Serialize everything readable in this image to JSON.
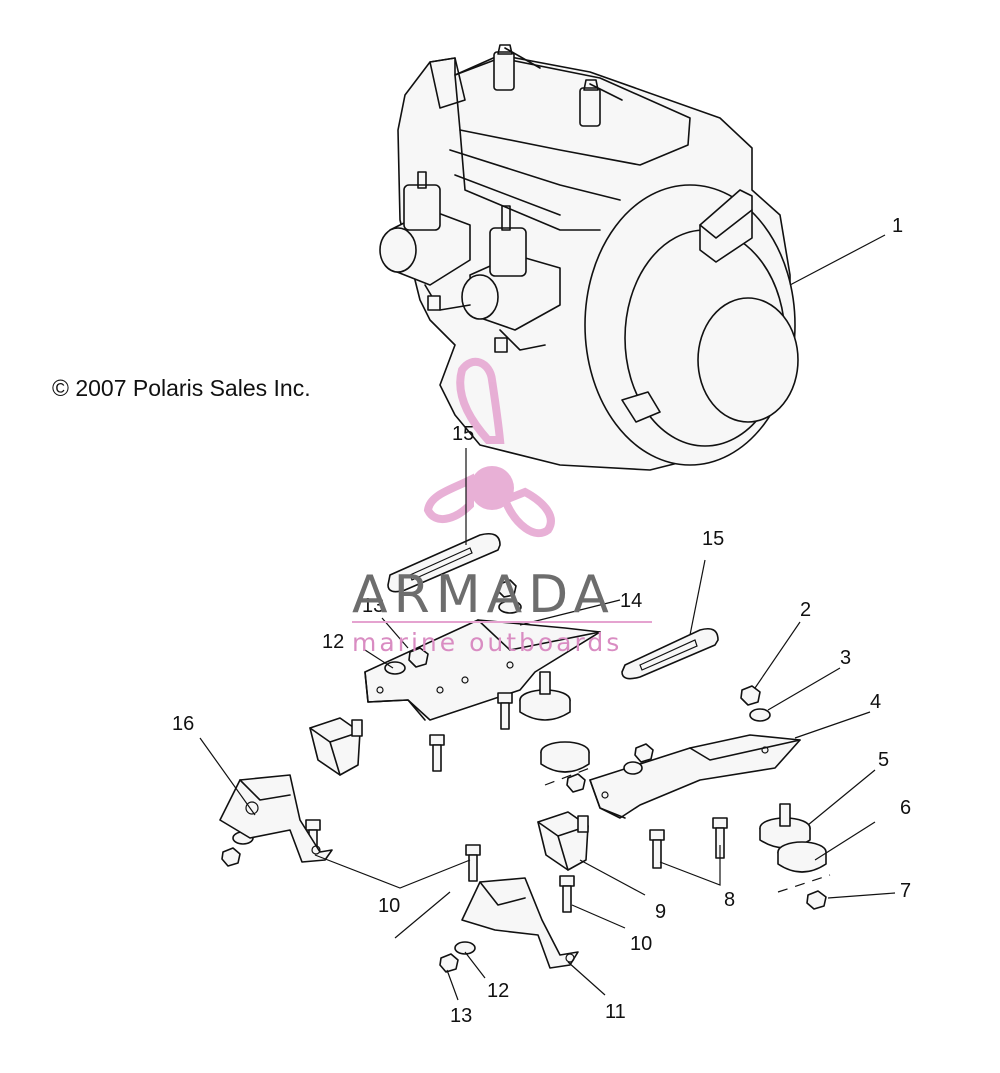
{
  "copyright": "© 2007 Polaris Sales Inc.",
  "watermark": {
    "title": "ARMADA",
    "subtitle": "marine outboards",
    "logo_icon": "propeller-icon",
    "colors": {
      "pink": "#e5a3d0",
      "pink_dark": "#d98cc2",
      "grey": "#6d6d6d"
    }
  },
  "callouts": [
    {
      "id": "c1",
      "label": "1"
    },
    {
      "id": "c2",
      "label": "2"
    },
    {
      "id": "c3",
      "label": "3"
    },
    {
      "id": "c4",
      "label": "4"
    },
    {
      "id": "c5",
      "label": "5"
    },
    {
      "id": "c6",
      "label": "6"
    },
    {
      "id": "c7",
      "label": "7"
    },
    {
      "id": "c8",
      "label": "8"
    },
    {
      "id": "c9",
      "label": "9"
    },
    {
      "id": "c10a",
      "label": "10"
    },
    {
      "id": "c10b",
      "label": "10"
    },
    {
      "id": "c11",
      "label": "11"
    },
    {
      "id": "c12a",
      "label": "12"
    },
    {
      "id": "c12b",
      "label": "12"
    },
    {
      "id": "c13a",
      "label": "13"
    },
    {
      "id": "c13b",
      "label": "13"
    },
    {
      "id": "c14",
      "label": "14"
    },
    {
      "id": "c15a",
      "label": "15"
    },
    {
      "id": "c15b",
      "label": "15"
    },
    {
      "id": "c16",
      "label": "16"
    }
  ]
}
